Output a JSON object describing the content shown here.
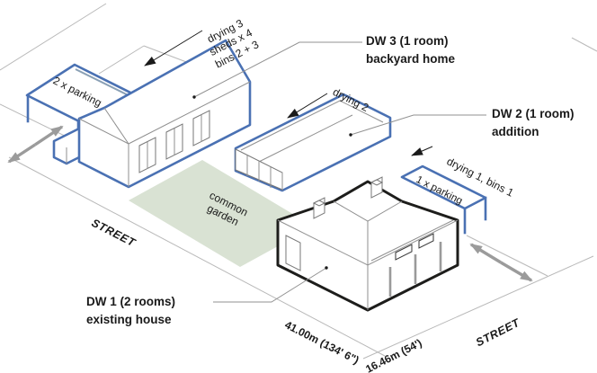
{
  "figure": {
    "type": "isometric-site-plan",
    "description": "Site plan with three dwellings, parking, drying areas and common garden"
  },
  "dwellings": {
    "dw1": {
      "title": "DW 1 (2 rooms)",
      "subtitle": "existing house"
    },
    "dw2": {
      "title": "DW 2 (1 room)",
      "subtitle": "addition"
    },
    "dw3": {
      "title": "DW 3 (1 room)",
      "subtitle": "backyard home"
    }
  },
  "annotations": {
    "drying3_block": {
      "lines": [
        "drying 3",
        "sheds x 4",
        "bins 2 + 3"
      ]
    },
    "drying2": "drying 2",
    "drying1_bins1": "drying 1, bins 1",
    "parking_2x": "2 x parking",
    "parking_1x": "1 x parking",
    "common_garden": {
      "line1": "common",
      "line2": "garden"
    }
  },
  "streets": {
    "left": "STREET",
    "bottom": "STREET"
  },
  "dimensions": {
    "frontage_long": "41.00m (134' 6\")",
    "frontage_short": "16.46m (54')"
  },
  "colors": {
    "outline_blue": "#4a71b3",
    "outline_black": "#1d1d1b",
    "parking_fill": "#c7d7e4",
    "garden_fill": "#d9e2d3",
    "boundary_gray": "#b9b9b9",
    "street_arrow_gray": "#9b9b9b",
    "text": "#1a1a1a"
  }
}
